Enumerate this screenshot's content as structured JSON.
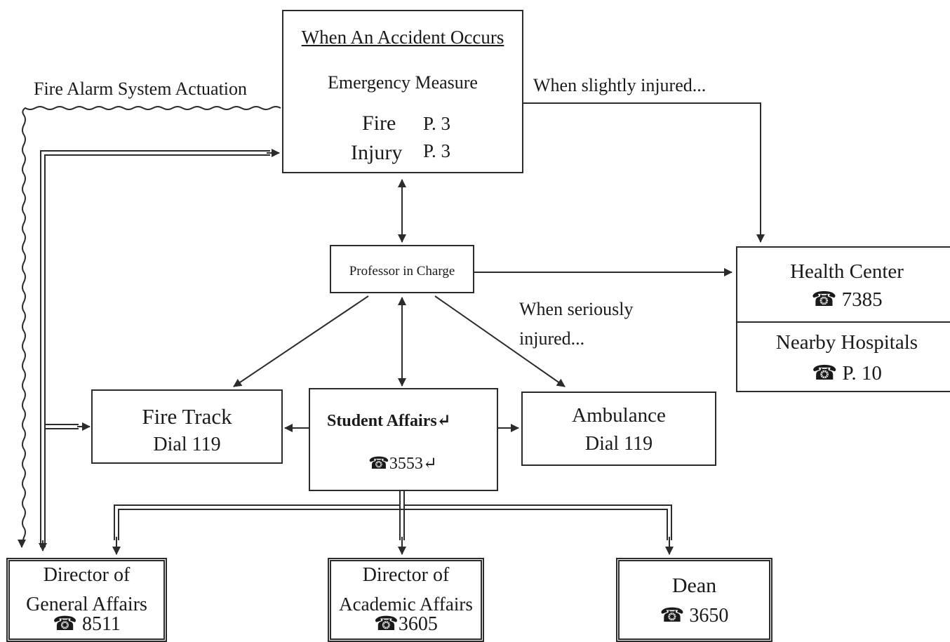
{
  "accident_box": {
    "title": "When An Accident Occurs",
    "subtitle": "Emergency Measure",
    "fire_label": "Fire",
    "fire_page": "P. 3",
    "injury_label": "Injury",
    "injury_page": "P. 3"
  },
  "labels": {
    "fire_alarm": "Fire Alarm System Actuation",
    "slightly_injured": "When slightly injured...",
    "seriously_line1": "When seriously",
    "seriously_line2": "injured..."
  },
  "professor": {
    "label": "Professor in Charge"
  },
  "health_center": {
    "name": "Health Center",
    "phone": "☎ 7385"
  },
  "hospitals": {
    "name": "Nearby Hospitals",
    "phone": "☎ P. 10"
  },
  "fire_track": {
    "name": "Fire Track",
    "phone": "Dial 119"
  },
  "student_affairs": {
    "name": "Student Affairs↵",
    "phone": "☎3553↵"
  },
  "ambulance": {
    "name": "Ambulance",
    "phone": "Dial 119"
  },
  "general_affairs": {
    "line1": "Director of",
    "line2": "General Affairs",
    "phone": "☎ 8511"
  },
  "academic_affairs": {
    "line1": "Director of",
    "line2": "Academic Affairs",
    "phone": "☎3605"
  },
  "dean": {
    "name": "Dean",
    "phone": "☎ 3650"
  }
}
